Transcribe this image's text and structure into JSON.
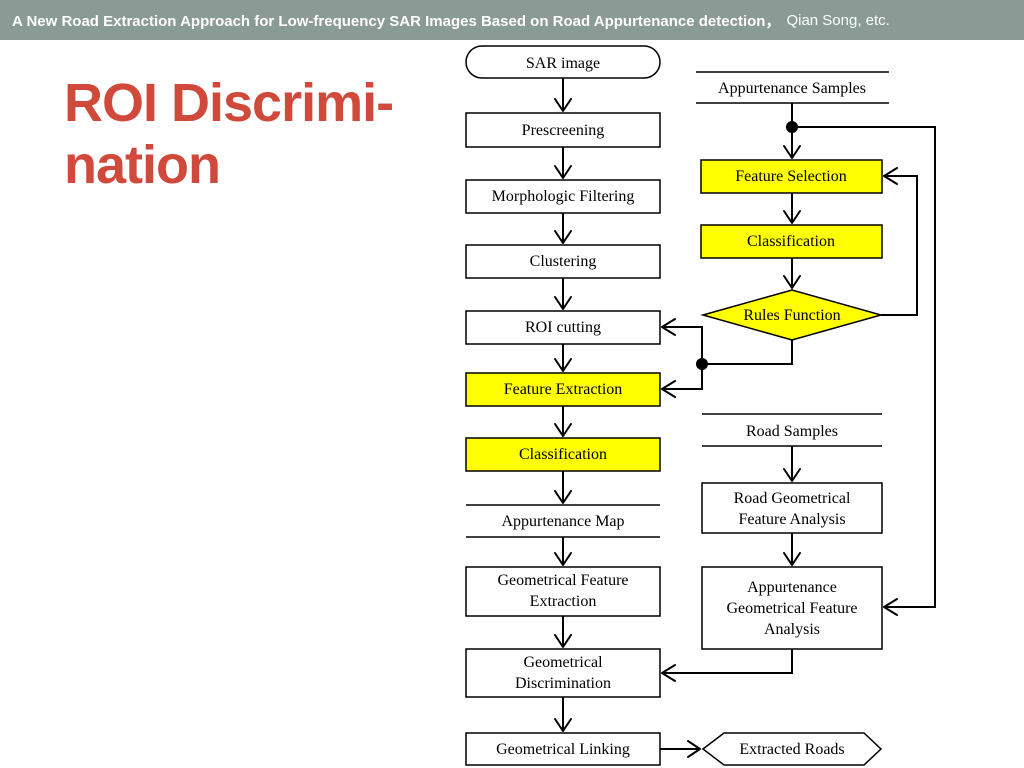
{
  "header": {
    "title": "A New Road Extraction Approach for Low-frequency SAR Images Based on Road Appurtenance detection，",
    "authors": "Qian Song, etc."
  },
  "slide_title": {
    "line1": "ROI Discrimi-",
    "line2": "nation"
  },
  "flowchart": {
    "left": {
      "sar_image": "SAR image",
      "prescreening": "Prescreening",
      "morphologic_filtering": "Morphologic Filtering",
      "clustering": "Clustering",
      "roi_cutting": "ROI cutting",
      "feature_extraction": "Feature Extraction",
      "classification": "Classification",
      "appurtenance_map": "Appurtenance Map",
      "geometrical_feature_extraction": [
        "Geometrical Feature",
        "Extraction"
      ],
      "geometrical_discrimination": [
        "Geometrical",
        "Discrimination"
      ],
      "geometrical_linking": "Geometrical Linking"
    },
    "right": {
      "appurtenance_samples": "Appurtenance Samples",
      "feature_selection": "Feature Selection",
      "classification": "Classification",
      "rules_function": "Rules Function",
      "road_samples": "Road Samples",
      "road_geometrical_feature_analysis": [
        "Road Geometrical",
        "Feature Analysis"
      ],
      "appurtenance_geometrical_feature_analysis": [
        "Appurtenance",
        "Geometrical Feature",
        "Analysis"
      ],
      "extracted_roads": "Extracted Roads"
    }
  },
  "colors": {
    "header_bg": "#8a9a94",
    "title_red": "#d0493a",
    "highlight_yellow": "#ffff00"
  }
}
